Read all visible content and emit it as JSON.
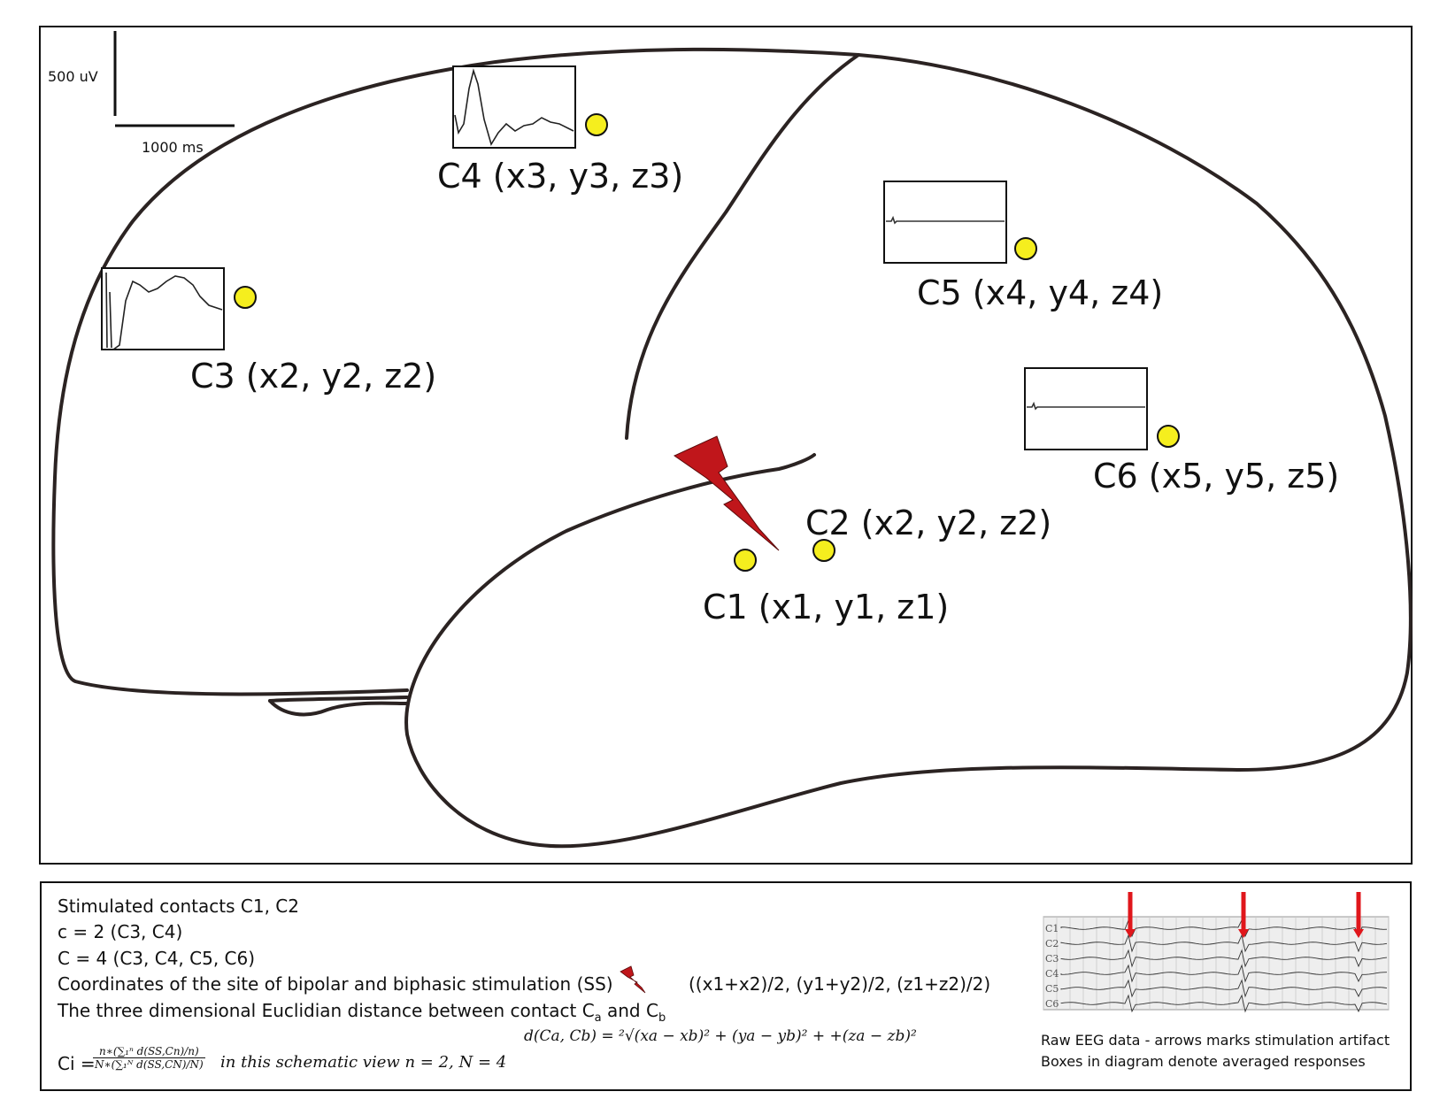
{
  "scale_bar": {
    "voltage_label": "500 uV",
    "time_label": "1000 ms"
  },
  "contacts": [
    {
      "id": "C1",
      "label": "C1 (x1, y1, z1)"
    },
    {
      "id": "C2",
      "label": "C2 (x2, y2, z2)"
    },
    {
      "id": "C3",
      "label": "C3 (x2, y2, z2)"
    },
    {
      "id": "C4",
      "label": "C4 (x3, y3, z3)"
    },
    {
      "id": "C5",
      "label": "C5 (x4, y4, z4)"
    },
    {
      "id": "C6",
      "label": "C6 (x5, y5, z5)"
    }
  ],
  "info": {
    "stimulated": "Stimulated contacts C1, C2",
    "c_small": "c = 2 (C3, C4)",
    "c_large": "C = 4 (C3, C4, C5, C6)",
    "coordinates_text": "Coordinates of the site of bipolar and biphasic  stimulation (SS)",
    "coordinates_formula": "((x1+x2)/2, (y1+y2)/2, (z1+z2)/2)",
    "distance_text_pre": "The three dimensional Euclidian distance between contact C",
    "distance_sub_a": "a",
    "distance_and": " and C",
    "distance_sub_b": "b",
    "distance_formula": "d(Ca, Cb) = ²√(xa − xb)² + (ya − yb)² + +(za − zb)²",
    "ci_label": "Ci =",
    "ci_numerator": "n∗(∑₁ⁿ d(SS,Cn)/n)",
    "ci_denominator": "N∗(∑₁ᴺ d(SS,CN)/N)",
    "ci_note": "in this schematic view n = 2,  N = 4"
  },
  "eeg": {
    "channels": [
      "C1",
      "C2",
      "C3",
      "C4",
      "C5",
      "C6"
    ],
    "caption_1": "Raw EEG data - arrows marks stimulation artifact",
    "caption_2": "Boxes in diagram denote averaged responses"
  },
  "colors": {
    "contact_marker": "#f5ee1e",
    "stimulation_bolt": "#c0161b",
    "arrow": "#e0161b",
    "outline": "#2b2322"
  }
}
